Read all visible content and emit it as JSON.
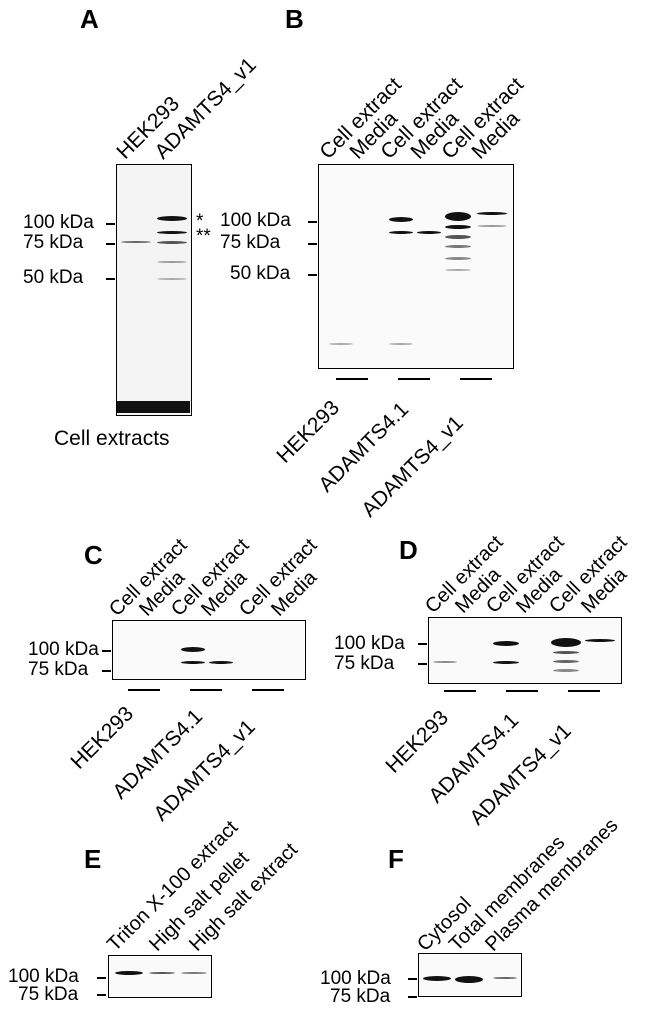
{
  "panels": {
    "A": {
      "letter": "A",
      "lanes": [
        "HEK293",
        "ADAMTS4_v1"
      ],
      "markers": [
        "100 kDa",
        "75 kDa",
        "50 kDa"
      ],
      "band_marks": [
        "*",
        "**"
      ],
      "caption": "Cell extracts"
    },
    "B": {
      "letter": "B",
      "lanes": [
        "Cell extract",
        "Media",
        "Cell extract",
        "Media",
        "Cell extract",
        "Media"
      ],
      "markers": [
        "100 kDa",
        "75 kDa",
        "50 kDa"
      ],
      "groups": [
        "HEK293",
        "ADAMTS4.1",
        "ADAMTS4_v1"
      ]
    },
    "C": {
      "letter": "C",
      "lanes": [
        "Cell extract",
        "Media",
        "Cell extract",
        "Media",
        "Cell extract",
        "Media"
      ],
      "markers": [
        "100 kDa",
        "75 kDa"
      ],
      "groups": [
        "HEK293",
        "ADAMTS4.1",
        "ADAMTS4_v1"
      ]
    },
    "D": {
      "letter": "D",
      "lanes": [
        "Cell extract",
        "Media",
        "Cell extract",
        "Media",
        "Cell extract",
        "Media"
      ],
      "markers": [
        "100 kDa",
        "75 kDa"
      ],
      "groups": [
        "HEK293",
        "ADAMTS4.1",
        "ADAMTS4_v1"
      ]
    },
    "E": {
      "letter": "E",
      "lanes": [
        "Triton X-100 extract",
        "High salt pellet",
        "High salt extract"
      ],
      "markers": [
        "100 kDa",
        "75 kDa"
      ]
    },
    "F": {
      "letter": "F",
      "lanes": [
        "Cytosol",
        "Total membranes",
        "Plasma membranes"
      ],
      "markers": [
        "100 kDa",
        "75 kDa"
      ]
    }
  }
}
